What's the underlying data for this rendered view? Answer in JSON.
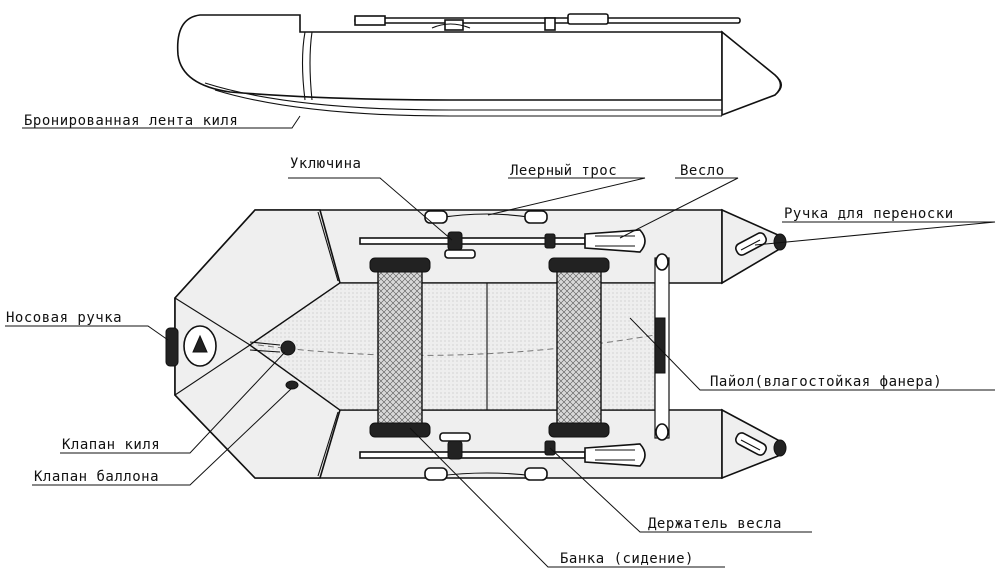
{
  "labels": {
    "keel_tape": "Бронированная лента киля",
    "oarlock": "Уключина",
    "lifeline": "Леерный трос",
    "oar": "Весло",
    "carry_handle": "Ручка для переноски",
    "bow_handle": "Носовая ручка",
    "floor": "Пайол(влагостойкая фанера)",
    "keel_valve": "Клапан киля",
    "tube_valve": "Клапан баллона",
    "oar_holder": "Держатель весла",
    "bench": "Банка (сидение)"
  },
  "colors": {
    "line": "#111111",
    "hull_fill": "#efefef",
    "floor_fill": "#e6e6e6",
    "seat_fill": "#cfcfcf"
  }
}
